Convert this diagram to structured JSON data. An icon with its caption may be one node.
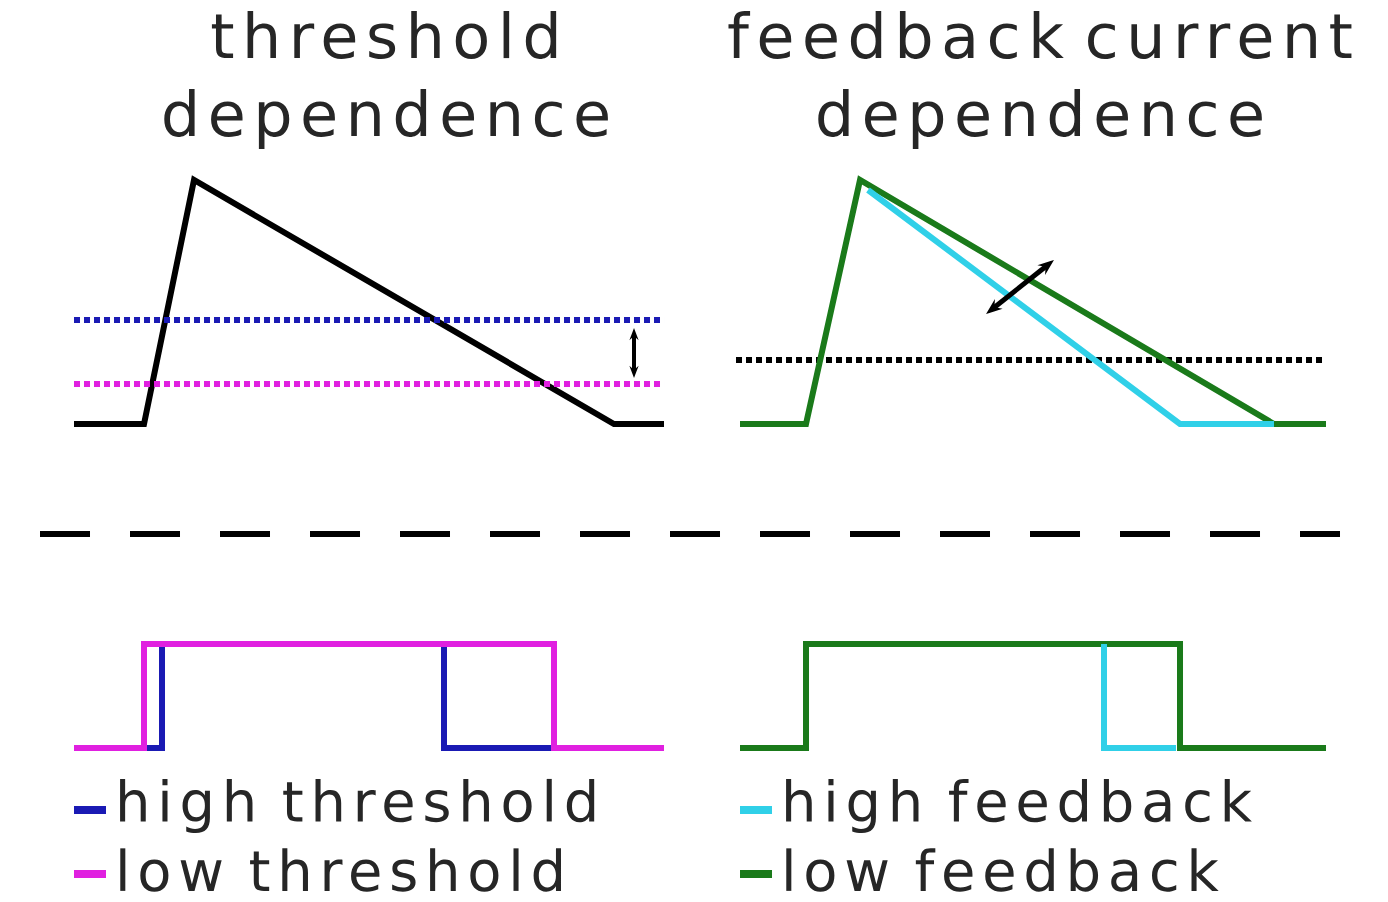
{
  "diagram": {
    "labels": [
      "threshold dependence",
      "feedback current dependence"
    ],
    "legend": [
      {
        "text": "high threshold",
        "color": "#1a1ab4"
      },
      {
        "text": "low threshold",
        "color": "#e020e0"
      },
      {
        "text": "high feedback",
        "color": "#30d0e8"
      },
      {
        "text": "low feedback",
        "color": "#1a7a1a"
      }
    ]
  }
}
